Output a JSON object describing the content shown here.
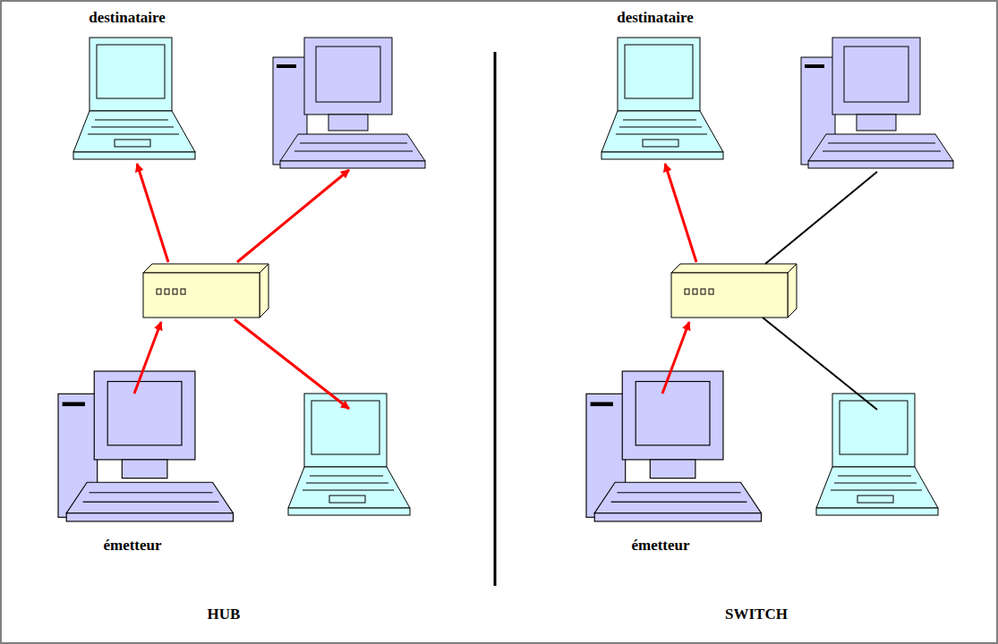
{
  "diagram": {
    "labels": [
      "destinataire",
      "destinataire",
      "émetteur",
      "émetteur",
      "HUB",
      "SWITCH"
    ]
  }
}
